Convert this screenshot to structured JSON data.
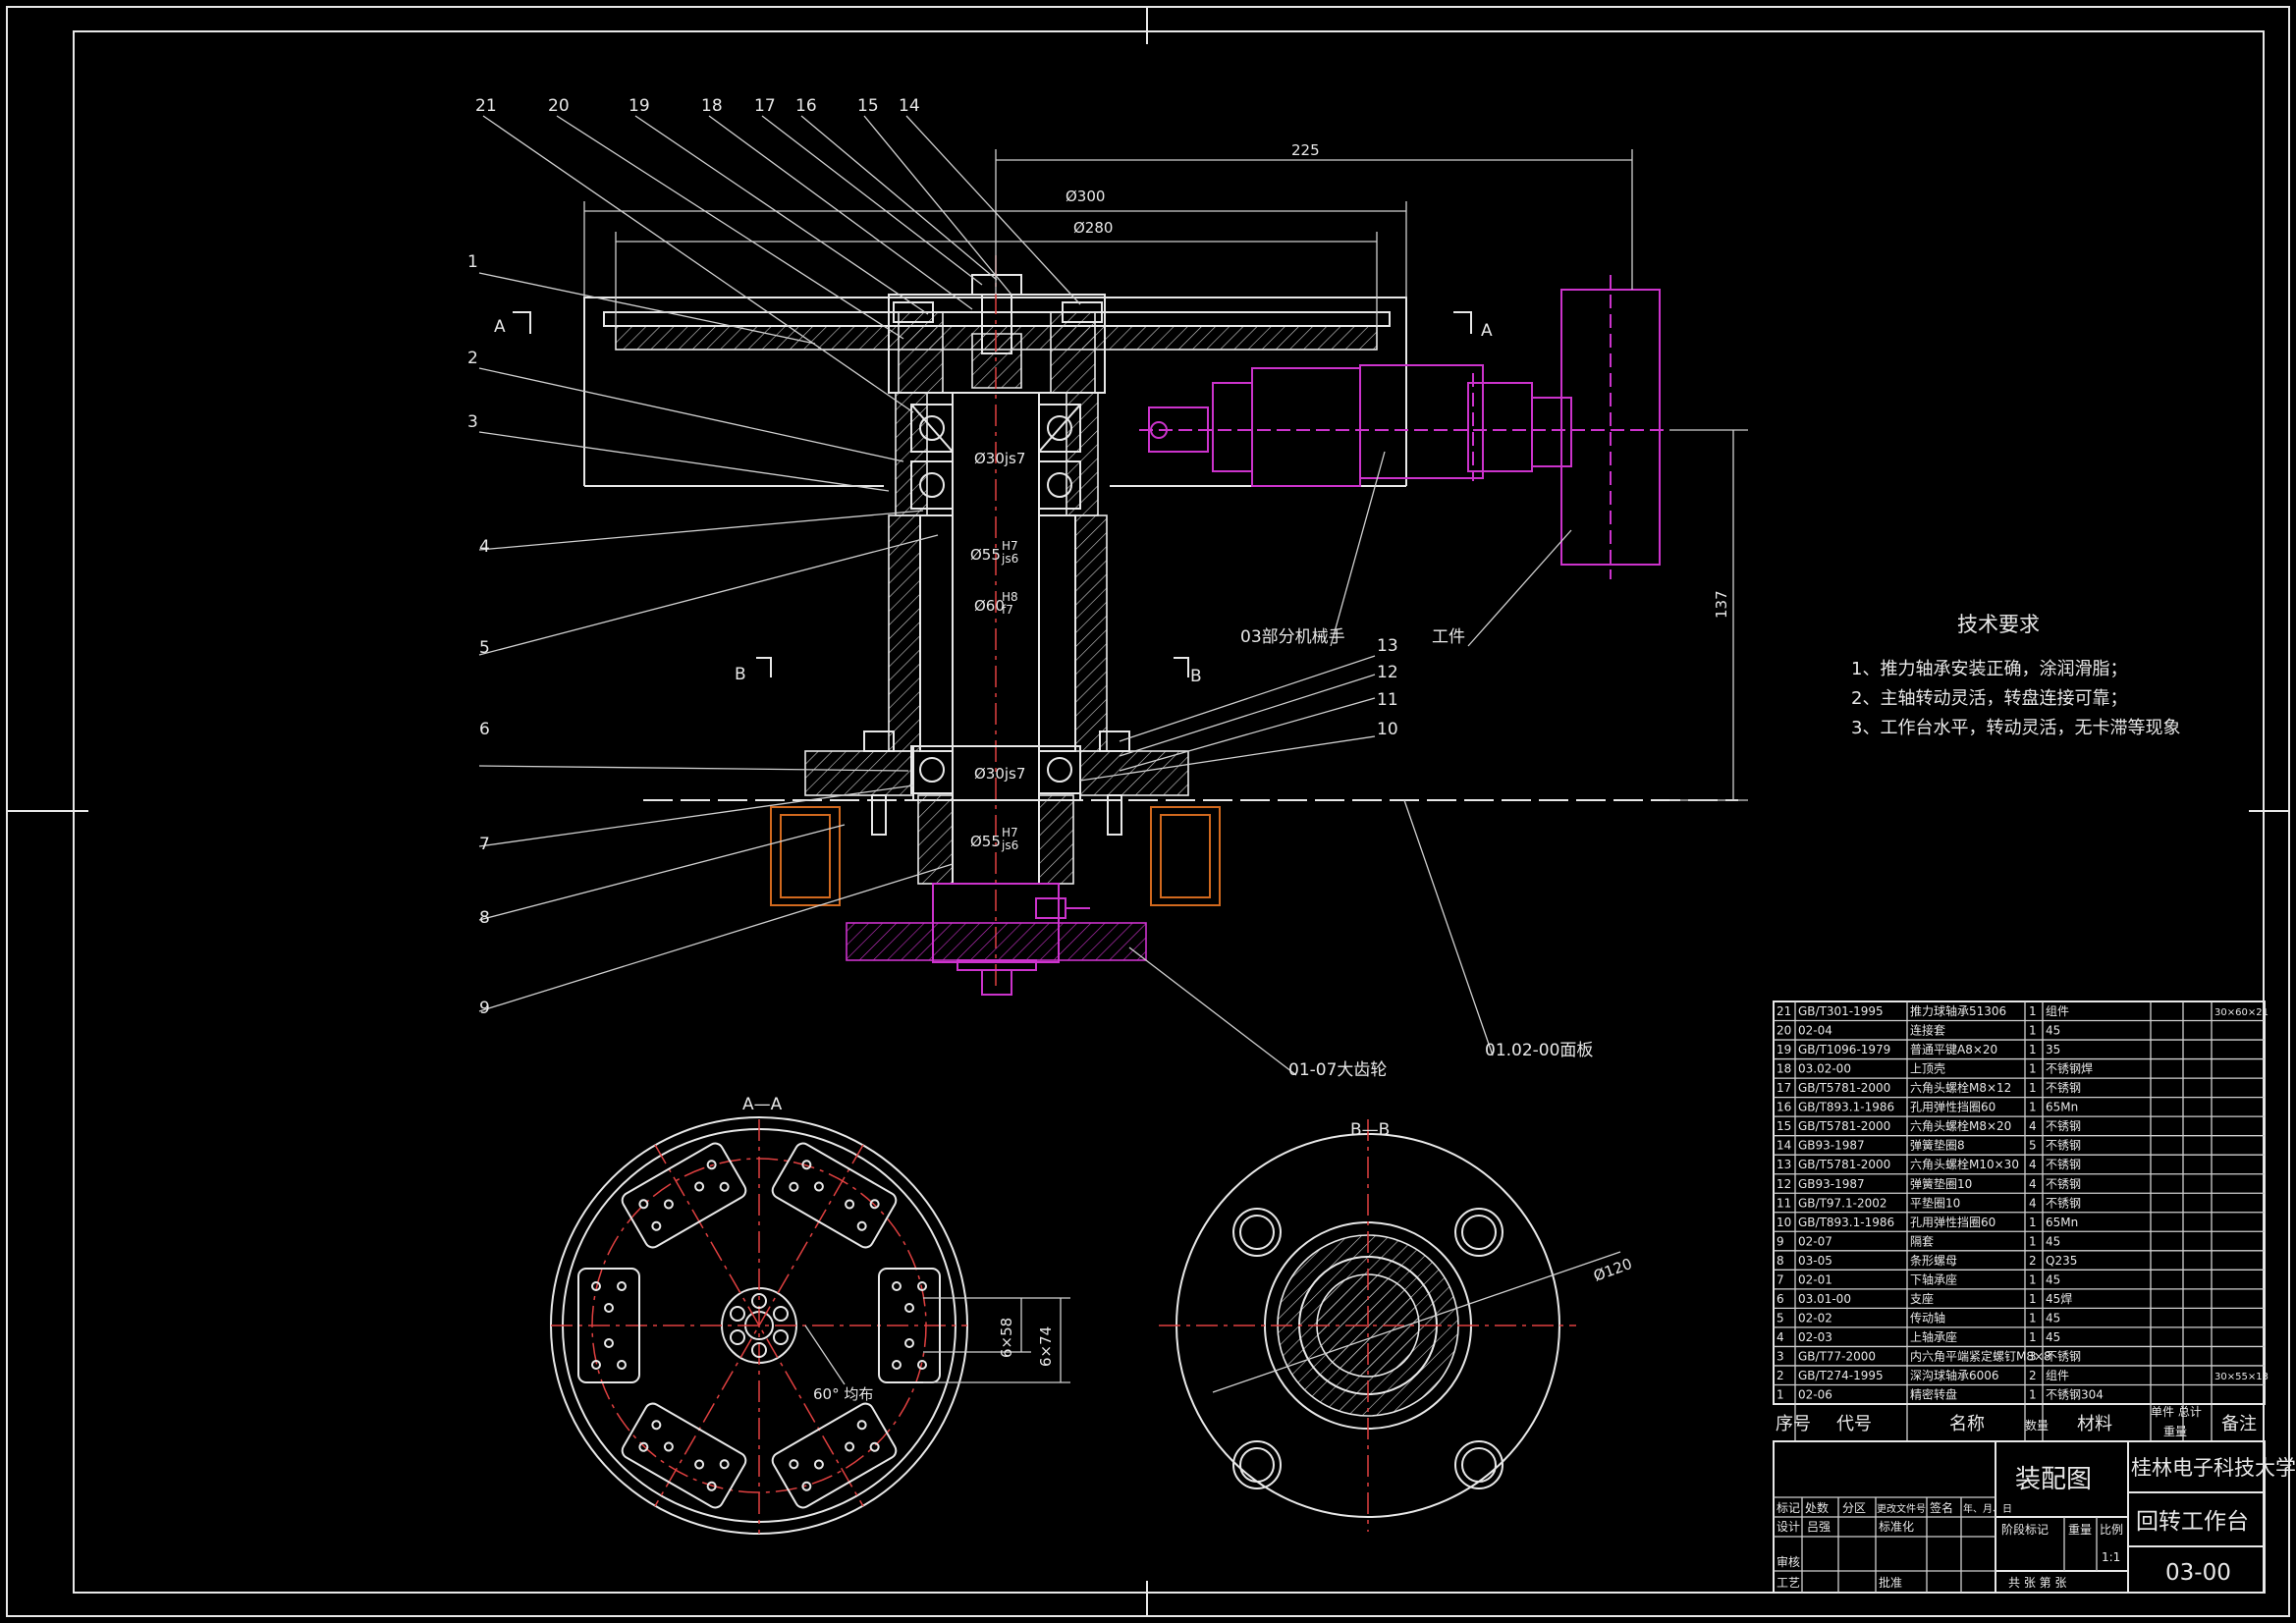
{
  "balloons": [
    "21",
    "20",
    "19",
    "18",
    "17",
    "16",
    "15",
    "14",
    "1",
    "2",
    "3",
    "4",
    "5",
    "6",
    "7",
    "8",
    "9",
    "13",
    "12",
    "11",
    "10"
  ],
  "dimensions": {
    "d225": "225",
    "d300": "Ø300",
    "d280": "Ø280",
    "d137": "137",
    "bore1": "Ø30js7",
    "bore2": "Ø55",
    "bore3": "Ø60",
    "bore4": "Ø30js7",
    "bore5": "Ø55",
    "fit1": "H7",
    "fit1b": "js6",
    "fit2": "H8",
    "fit2b": "f7",
    "fit3": "H7",
    "fit3b": "js6",
    "phi120": "Ø120",
    "g6x58": "6×58",
    "g6x74": "6×74",
    "uniform": "60° 均布"
  },
  "callouts": {
    "manipulator": "03部分机械手",
    "workpiece": "工件",
    "gear": "01-07大齿轮",
    "panel": "01.02-00面板"
  },
  "section_marks": {
    "a_left": "A",
    "a_right": "A",
    "b_left": "B",
    "b_right": "B",
    "aa": "A—A",
    "bb": "B—B"
  },
  "requirements": {
    "title": "技术要求",
    "items": [
      "1、推力轴承安装正确，涂润滑脂；",
      "2、主轴转动灵活，转盘连接可靠；",
      "3、工作台水平，转动灵活，无卡滞等现象"
    ]
  },
  "bom": {
    "rows": [
      [
        "21",
        "GB/T301-1995",
        "推力球轴承51306",
        "1",
        "组件",
        "",
        "",
        "30×60×21"
      ],
      [
        "20",
        "02-04",
        "连接套",
        "1",
        "45",
        "",
        "",
        ""
      ],
      [
        "19",
        "GB/T1096-1979",
        "普通平键A8×20",
        "1",
        "35",
        "",
        "",
        ""
      ],
      [
        "18",
        "03.02-00",
        "上顶壳",
        "1",
        "不锈钢焊",
        "",
        "",
        ""
      ],
      [
        "17",
        "GB/T5781-2000",
        "六角头螺栓M8×12",
        "1",
        "不锈钢",
        "",
        "",
        ""
      ],
      [
        "16",
        "GB/T893.1-1986",
        "孔用弹性挡圈60",
        "1",
        "65Mn",
        "",
        "",
        ""
      ],
      [
        "15",
        "GB/T5781-2000",
        "六角头螺栓M8×20",
        "4",
        "不锈钢",
        "",
        "",
        ""
      ],
      [
        "14",
        "GB93-1987",
        "弹簧垫圈8",
        "5",
        "不锈钢",
        "",
        "",
        ""
      ],
      [
        "13",
        "GB/T5781-2000",
        "六角头螺栓M10×30",
        "4",
        "不锈钢",
        "",
        "",
        ""
      ],
      [
        "12",
        "GB93-1987",
        "弹簧垫圈10",
        "4",
        "不锈钢",
        "",
        "",
        ""
      ],
      [
        "11",
        "GB/T97.1-2002",
        "平垫圈10",
        "4",
        "不锈钢",
        "",
        "",
        ""
      ],
      [
        "10",
        "GB/T893.1-1986",
        "孔用弹性挡圈60",
        "1",
        "65Mn",
        "",
        "",
        ""
      ],
      [
        "9",
        "02-07",
        "隔套",
        "1",
        "45",
        "",
        "",
        ""
      ],
      [
        "8",
        "03-05",
        "条形螺母",
        "2",
        "Q235",
        "",
        "",
        ""
      ],
      [
        "7",
        "02-01",
        "下轴承座",
        "1",
        "45",
        "",
        "",
        ""
      ],
      [
        "6",
        "03.01-00",
        "支座",
        "1",
        "45焊",
        "",
        "",
        ""
      ],
      [
        "5",
        "02-02",
        "传动轴",
        "1",
        "45",
        "",
        "",
        ""
      ],
      [
        "4",
        "02-03",
        "上轴承座",
        "1",
        "45",
        "",
        "",
        ""
      ],
      [
        "3",
        "GB/T77-2000",
        "内六角平端紧定螺钉M8×8",
        "3",
        "不锈钢",
        "",
        "",
        ""
      ],
      [
        "2",
        "GB/T274-1995",
        "深沟球轴承6006",
        "2",
        "组件",
        "",
        "",
        "30×55×13"
      ],
      [
        "1",
        "02-06",
        "精密转盘",
        "1",
        "不锈钢304",
        "",
        "",
        ""
      ]
    ],
    "header": {
      "seq": "序号",
      "code": "代号",
      "name": "名称",
      "qty": "数量",
      "material": "材料",
      "unit_total_top": "单件 总计",
      "unit_total_bottom": "重量",
      "remark": "备注"
    }
  },
  "title_block": {
    "drawing_type": "装配图",
    "school": "桂林电子科技大学",
    "product": "回转工作台",
    "number": "03-00",
    "scale": "1:1",
    "designer": "吕强",
    "row_mark": "标记",
    "row_count": "处数",
    "row_zone": "分区",
    "row_doc": "更改文件号",
    "row_sign": "签名",
    "row_date": "年、月、日",
    "design": "设计",
    "standardize": "标准化",
    "review": "审核",
    "process": "工艺",
    "approve": "批准",
    "stage_mark": "阶段标记",
    "weight": "重量",
    "ratio": "比例",
    "sheets": "共  张  第  张"
  }
}
